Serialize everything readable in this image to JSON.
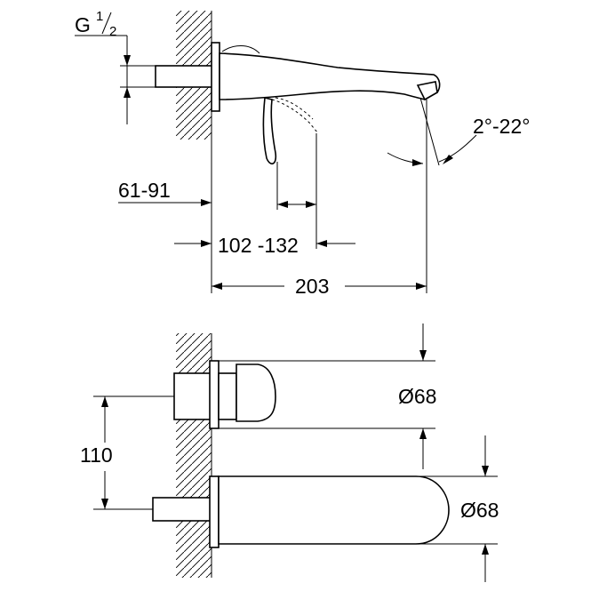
{
  "thread": {
    "letter": "G",
    "numerator": "1",
    "denominator": "2"
  },
  "dimensions": {
    "wall_depth": "61-91",
    "lever_offset": "102 -132",
    "spout_length": "203",
    "spout_angle": "2°-22°",
    "center_distance": "110",
    "handle_diameter": "Ø68",
    "spout_diameter": "Ø68"
  }
}
